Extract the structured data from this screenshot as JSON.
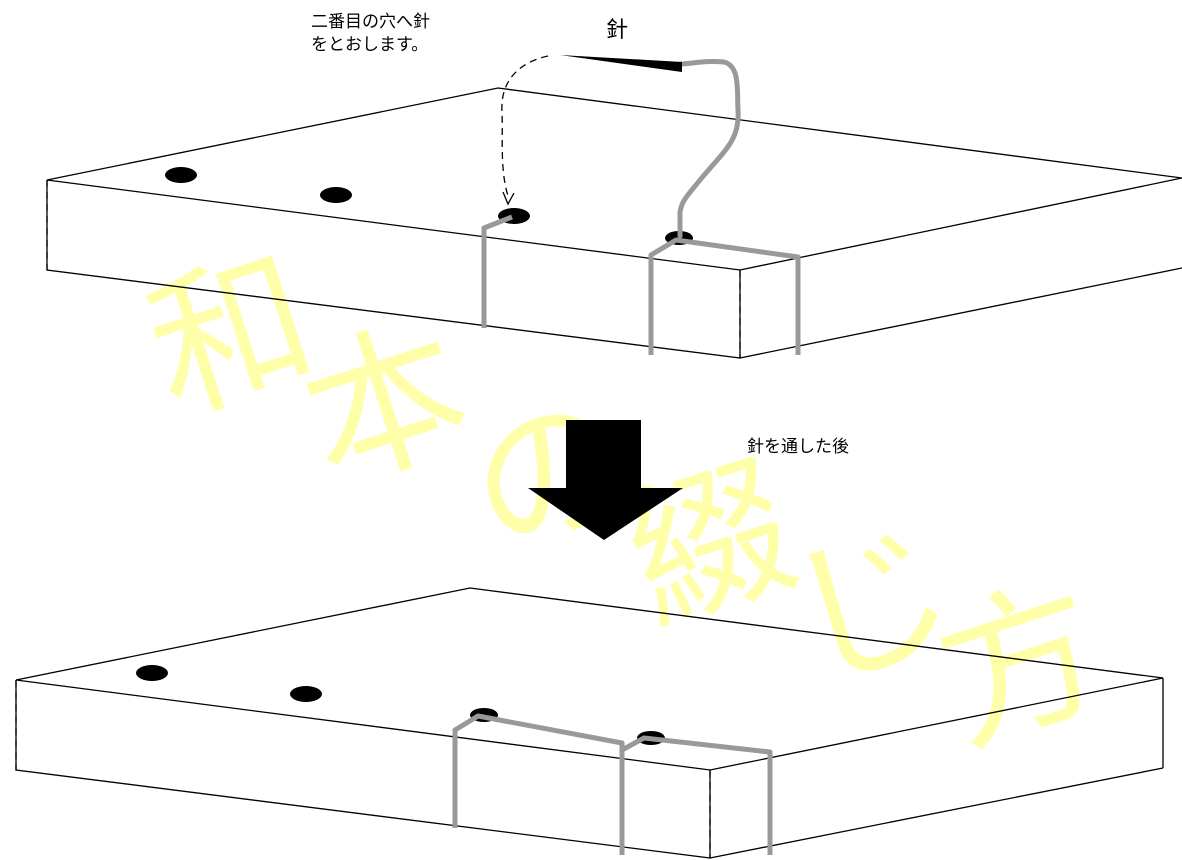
{
  "annotations": {
    "instruction_line1": "二番目の穴へ針",
    "instruction_line2": "をとおします。",
    "needle": "針",
    "after_needle": "針を通した後"
  },
  "watermark": {
    "chars": [
      "和",
      "本",
      "の",
      "綴",
      "じ",
      "方"
    ]
  },
  "colors": {
    "thread": "#999999",
    "watermark": "#ffff66",
    "outline": "#000000",
    "arrow": "#000000"
  }
}
